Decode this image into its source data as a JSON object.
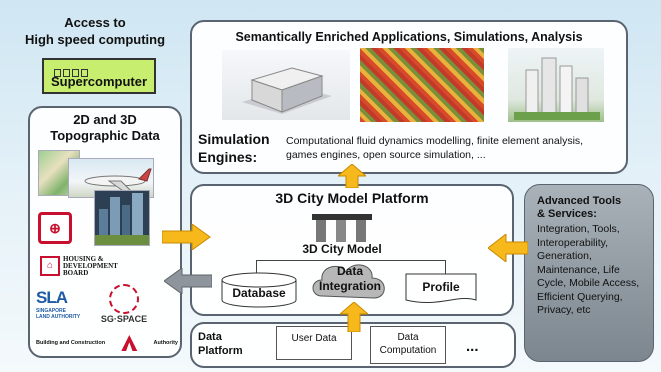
{
  "supercomputer": {
    "title_line1": "Access to",
    "title_line2": "High speed computing",
    "label": "Supercomputer"
  },
  "topo": {
    "title_line1": "2D and 3D",
    "title_line2": "Topographic Data",
    "logos": {
      "hdb_line1": "HOUSING &",
      "hdb_line2": "DEVELOPMENT",
      "hdb_line3": "BOARD",
      "sla": "SLA",
      "sla_sub1": "SINGAPORE",
      "sla_sub2": "LAND AUTHORITY",
      "sgspace": "SG·SPACE",
      "bca_left": "Building and Construction",
      "bca_right": "Authority"
    }
  },
  "applications": {
    "title": "Semantically Enriched Applications, Simulations, Analysis"
  },
  "simulation": {
    "label_line1": "Simulation",
    "label_line2": "Engines:",
    "text": "Computational fluid dynamics modelling, finite element analysis, games engines, open source simulation, ..."
  },
  "platform": {
    "title": "3D City Model Platform",
    "model_label": "3D City Model",
    "database": "Database",
    "integration_line1": "Data",
    "integration_line2": "Integration",
    "profile": "Profile"
  },
  "tools": {
    "title_line1": "Advanced Tools",
    "title_line2": "& Services:",
    "list": "Integration, Tools, Interoperability, Generation, Maintenance, Life Cycle, Mobile Access, Efficient Querying, Privacy, etc"
  },
  "data_platform": {
    "label_line1": "Data",
    "label_line2": "Platform",
    "user_data": "User Data",
    "computation_line1": "Data",
    "computation_line2": "Computation",
    "ellipsis": "..."
  },
  "colors": {
    "arrow_yellow": "#f6b81b",
    "arrow_gray": "#8f959c",
    "panel_border": "#5a6470",
    "supercomputer_green": "#c8ee70"
  }
}
